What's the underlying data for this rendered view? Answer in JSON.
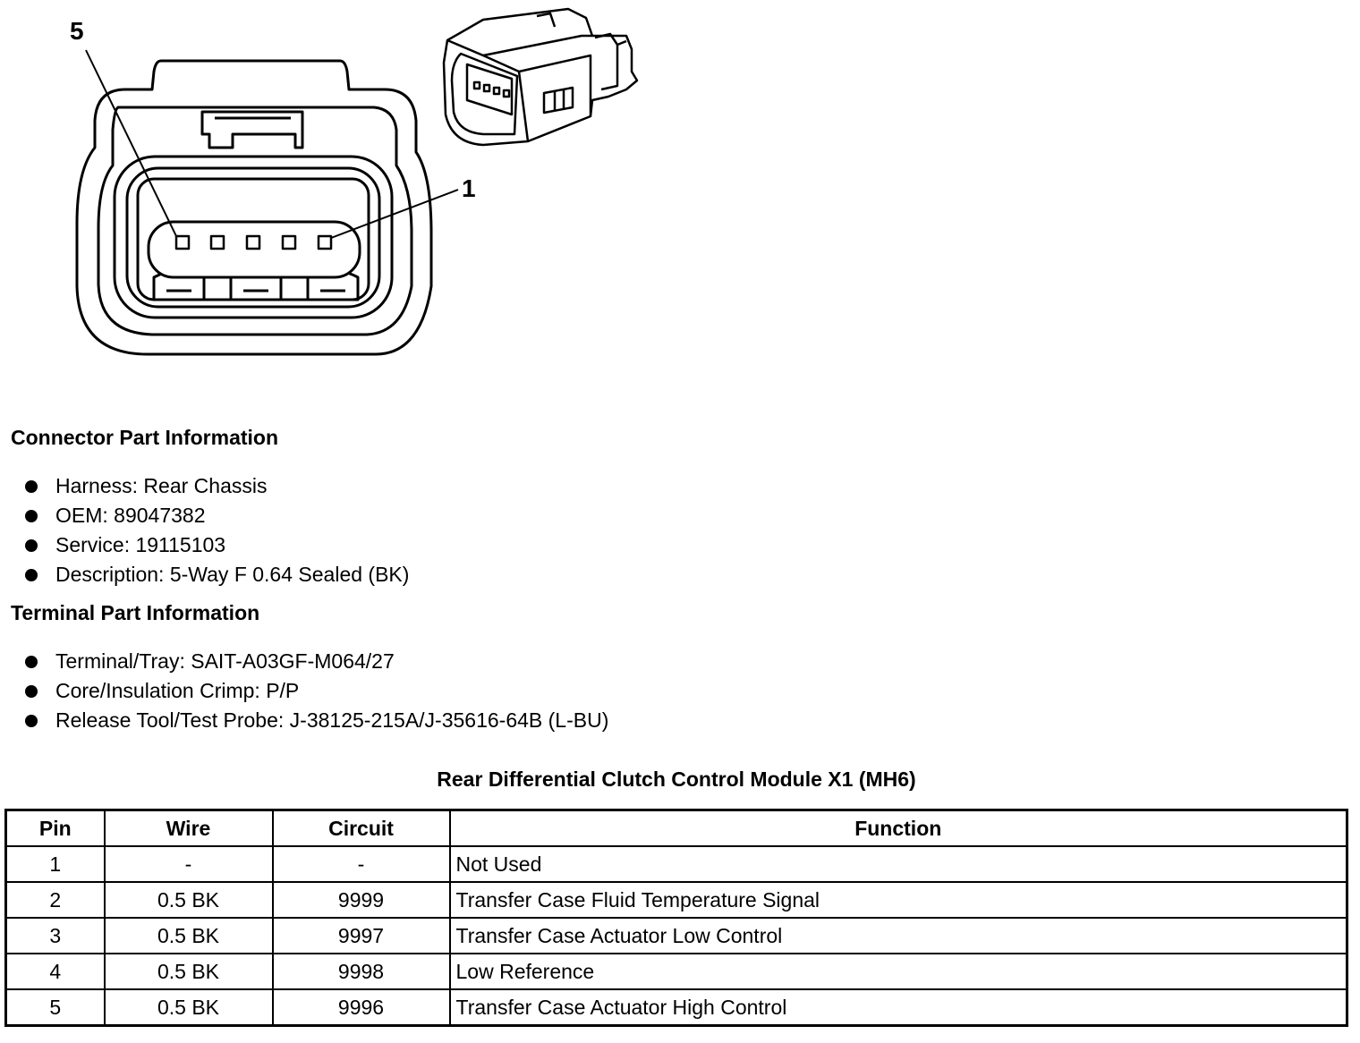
{
  "diagram": {
    "callout_pin_5": "5",
    "callout_pin_1": "1"
  },
  "connector_info": {
    "title": "Connector Part Information",
    "items": [
      "Harness: Rear Chassis",
      "OEM: 89047382",
      "Service: 19115103",
      "Description: 5-Way F 0.64 Sealed (BK)"
    ]
  },
  "terminal_info": {
    "title": "Terminal Part Information",
    "items": [
      "Terminal/Tray: SAIT-A03GF-M064/27",
      "Core/Insulation Crimp: P/P",
      "Release Tool/Test Probe: J-38125-215A/J-35616-64B (L-BU)"
    ]
  },
  "pin_table": {
    "title": "Rear Differential Clutch Control Module X1 (MH6)",
    "headers": [
      "Pin",
      "Wire",
      "Circuit",
      "Function"
    ],
    "rows": [
      [
        "1",
        "-",
        "-",
        "Not Used"
      ],
      [
        "2",
        "0.5 BK",
        "9999",
        "Transfer Case Fluid Temperature Signal"
      ],
      [
        "3",
        "0.5 BK",
        "9997",
        "Transfer Case Actuator Low Control"
      ],
      [
        "4",
        "0.5 BK",
        "9998",
        "Low Reference"
      ],
      [
        "5",
        "0.5 BK",
        "9996",
        "Transfer Case Actuator High Control"
      ]
    ]
  }
}
